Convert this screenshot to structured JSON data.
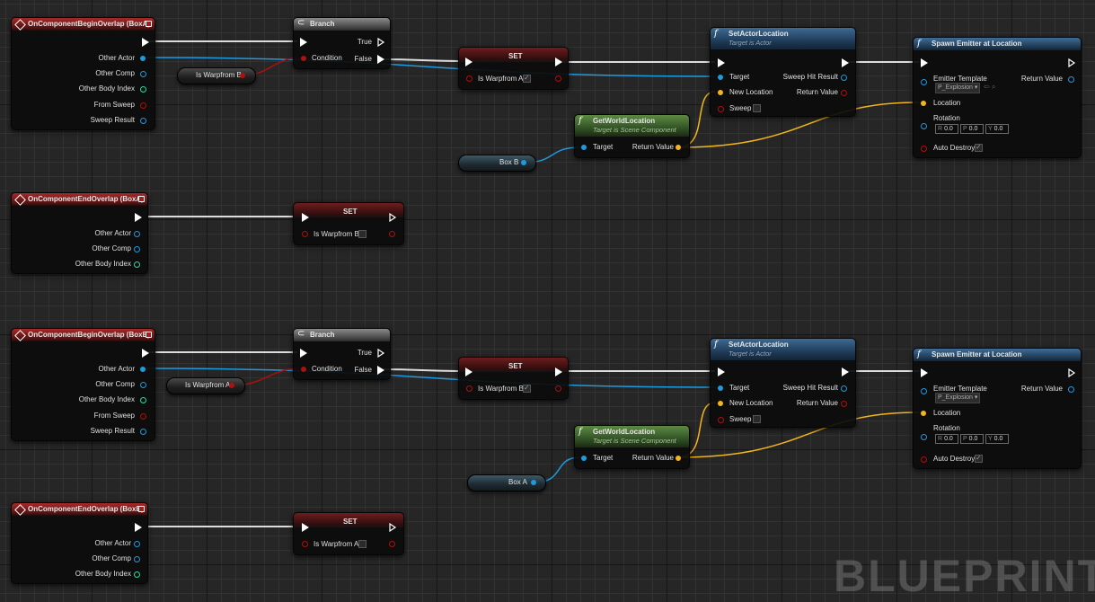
{
  "events": {
    "begin_a": {
      "title": "OnComponentBeginOverlap (BoxA)",
      "pins": [
        "Other Actor",
        "Other Comp",
        "Other Body Index",
        "From Sweep",
        "Sweep Result"
      ]
    },
    "end_a": {
      "title": "OnComponentEndOverlap (BoxA)",
      "pins": [
        "Other Actor",
        "Other Comp",
        "Other Body Index"
      ]
    },
    "begin_b": {
      "title": "OnComponentBeginOverlap (BoxB)",
      "pins": [
        "Other Actor",
        "Other Comp",
        "Other Body Index",
        "From Sweep",
        "Sweep Result"
      ]
    },
    "end_b": {
      "title": "OnComponentEndOverlap (BoxB)",
      "pins": [
        "Other Actor",
        "Other Comp",
        "Other Body Index"
      ]
    }
  },
  "branch": {
    "title": "Branch",
    "true_label": "True",
    "false_label": "False",
    "condition_label": "Condition"
  },
  "set": {
    "title": "SET"
  },
  "variables": {
    "warp_b": "Is Warpfrom B",
    "warp_a": "Is Warpfrom A",
    "box_b": "Box B",
    "box_a": "Box A"
  },
  "set_actor_location": {
    "title": "SetActorLocation",
    "subtitle": "Target is Actor",
    "target": "Target",
    "new_location": "New Location",
    "sweep": "Sweep",
    "sweep_hit": "Sweep Hit Result",
    "return_value": "Return Value"
  },
  "get_world_location": {
    "title": "GetWorldLocation",
    "subtitle": "Target is Scene Component",
    "target": "Target",
    "return_value": "Return Value"
  },
  "spawn_emitter": {
    "title": "Spawn Emitter at Location",
    "emitter_template": "Emitter Template",
    "template_value": "P_Explosion",
    "location": "Location",
    "rotation": "Rotation",
    "auto_destroy": "Auto Destroy",
    "return_value": "Return Value",
    "rot_r": "0.0",
    "rot_p": "0.0",
    "rot_y": "0.0",
    "ax_r": "R",
    "ax_p": "P",
    "ax_y": "Y"
  },
  "watermark": "BLUEPRINT",
  "colors": {
    "exec": "#ffffff",
    "object": "#1e9ae0",
    "bool": "#b00f0f",
    "vector": "#f2b51b",
    "int": "#2bdc9a"
  }
}
